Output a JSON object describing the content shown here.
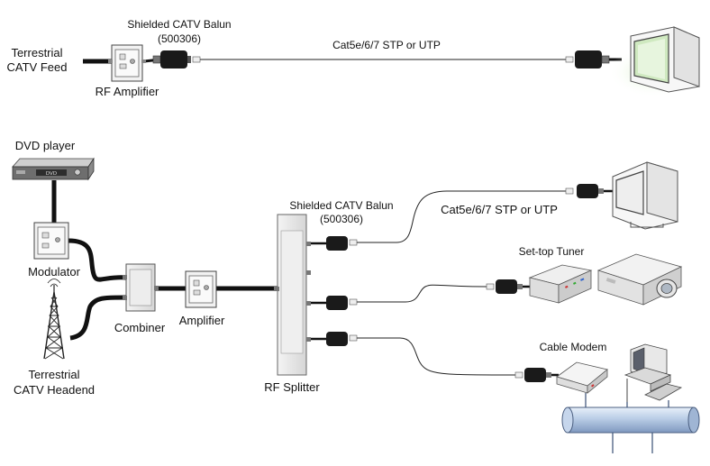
{
  "labels": {
    "top_feed_line1": "Terrestrial",
    "top_feed_line2": "CATV Feed",
    "top_balun_line1": "Shielded CATV Balun",
    "top_balun_line2": "(500306)",
    "top_cable": "Cat5e/6/7 STP or UTP",
    "top_amplifier": "RF Amplifier",
    "dvd_player": "DVD player",
    "dvd_panel": "DVD",
    "modulator": "Modulator",
    "combiner": "Combiner",
    "amplifier": "Amplifier",
    "headend_line1": "Terrestrial",
    "headend_line2": "CATV Headend",
    "splitter": "RF Splitter",
    "bottom_balun_line1": "Shielded CATV Balun",
    "bottom_balun_line2": "(500306)",
    "bottom_cable": "Cat5e/6/7 STP or UTP",
    "settop_tuner": "Set-top Tuner",
    "cable_modem": "Cable Modem"
  },
  "icons": [
    "tv-monitor-icon",
    "balun-icon",
    "rf-amplifier-icon",
    "dvd-player-icon",
    "modulator-icon",
    "combiner-icon",
    "antenna-tower-icon",
    "splitter-icon",
    "settop-box-icon",
    "projector-icon",
    "cable-modem-icon",
    "computer-icon",
    "network-pipe-icon"
  ],
  "colors": {
    "cable": "#111111",
    "screen": "#cfe9c0",
    "pipe": "#b9cde6"
  }
}
